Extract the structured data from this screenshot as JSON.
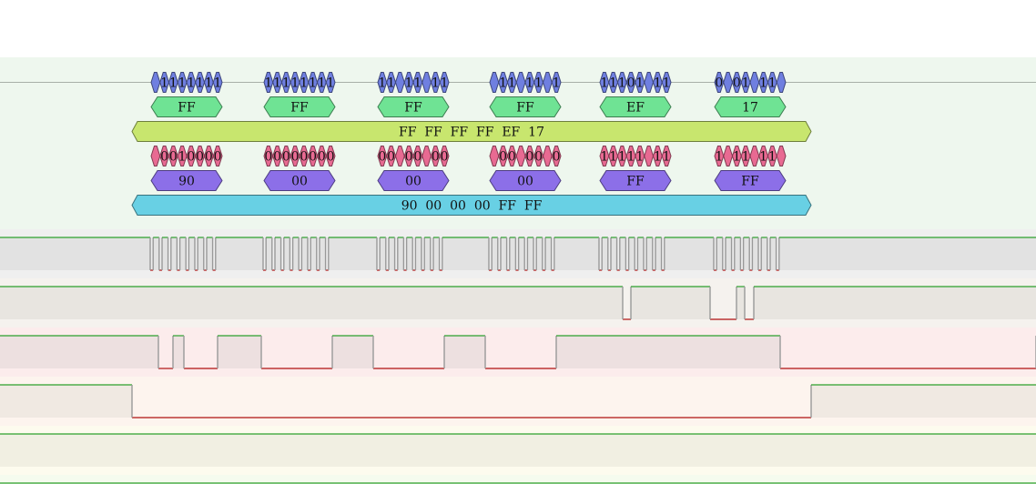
{
  "decoder": {
    "mosi_bits": [
      [
        "",
        "1",
        "1",
        "1",
        "1",
        "1",
        "1",
        "1"
      ],
      [
        "1",
        "1",
        "1",
        "1",
        "1",
        "1",
        "1",
        "1"
      ],
      [
        "1",
        "1",
        "",
        "1",
        "1",
        "",
        "1",
        "1"
      ],
      [
        "",
        "1",
        "1",
        "",
        "1",
        "1",
        "",
        "1"
      ],
      [
        "1",
        "1",
        "1",
        "0",
        "1",
        "",
        "1",
        "1"
      ],
      [
        "0",
        "",
        "0",
        "1",
        "",
        "1",
        "1",
        ""
      ]
    ],
    "mosi_bytes": [
      "FF",
      "FF",
      "FF",
      "FF",
      "EF",
      "17"
    ],
    "mosi_transfer": "FF  FF  FF  FF  EF  17",
    "miso_bits": [
      [
        "",
        "0",
        "0",
        "1",
        "0",
        "0",
        "0",
        "0"
      ],
      [
        "0",
        "0",
        "0",
        "0",
        "0",
        "0",
        "0",
        "0"
      ],
      [
        "0",
        "0",
        "",
        "0",
        "0",
        "",
        "0",
        "0"
      ],
      [
        "",
        "0",
        "0",
        "",
        "0",
        "0",
        "",
        "0"
      ],
      [
        "1",
        "1",
        "1",
        "1",
        "1",
        "",
        "1",
        "1"
      ],
      [
        "1",
        "",
        "1",
        "1",
        "",
        "1",
        "1",
        ""
      ]
    ],
    "miso_bytes": [
      "90",
      "00",
      "00",
      "00",
      "FF",
      "FF"
    ],
    "miso_transfer": "90  00  00  00  FF  FF"
  },
  "colors": {
    "mosi_bit": "#6f7fe0",
    "mosi_byte": "#6fe394",
    "mosi_transfer": "#c8e66e",
    "miso_bit": "#e86a92",
    "miso_byte": "#8c6fe8",
    "miso_transfer": "#68d0e4",
    "high_line": "#2ca02c",
    "low_line": "#b01010"
  }
}
